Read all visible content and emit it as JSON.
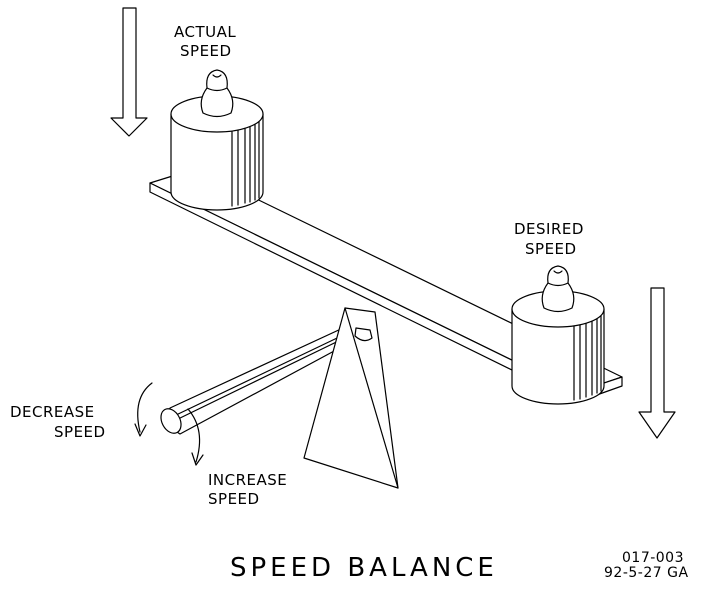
{
  "labels": {
    "actual_speed": [
      "ACTUAL",
      "SPEED"
    ],
    "desired_speed": [
      "DESIRED",
      "SPEED"
    ],
    "decrease_speed": [
      "DECREASE",
      "SPEED"
    ],
    "increase_speed": [
      "INCREASE",
      "SPEED"
    ]
  },
  "title": "SPEED BALANCE",
  "drawing_code": [
    "017-003",
    "92-5-27  GA"
  ]
}
